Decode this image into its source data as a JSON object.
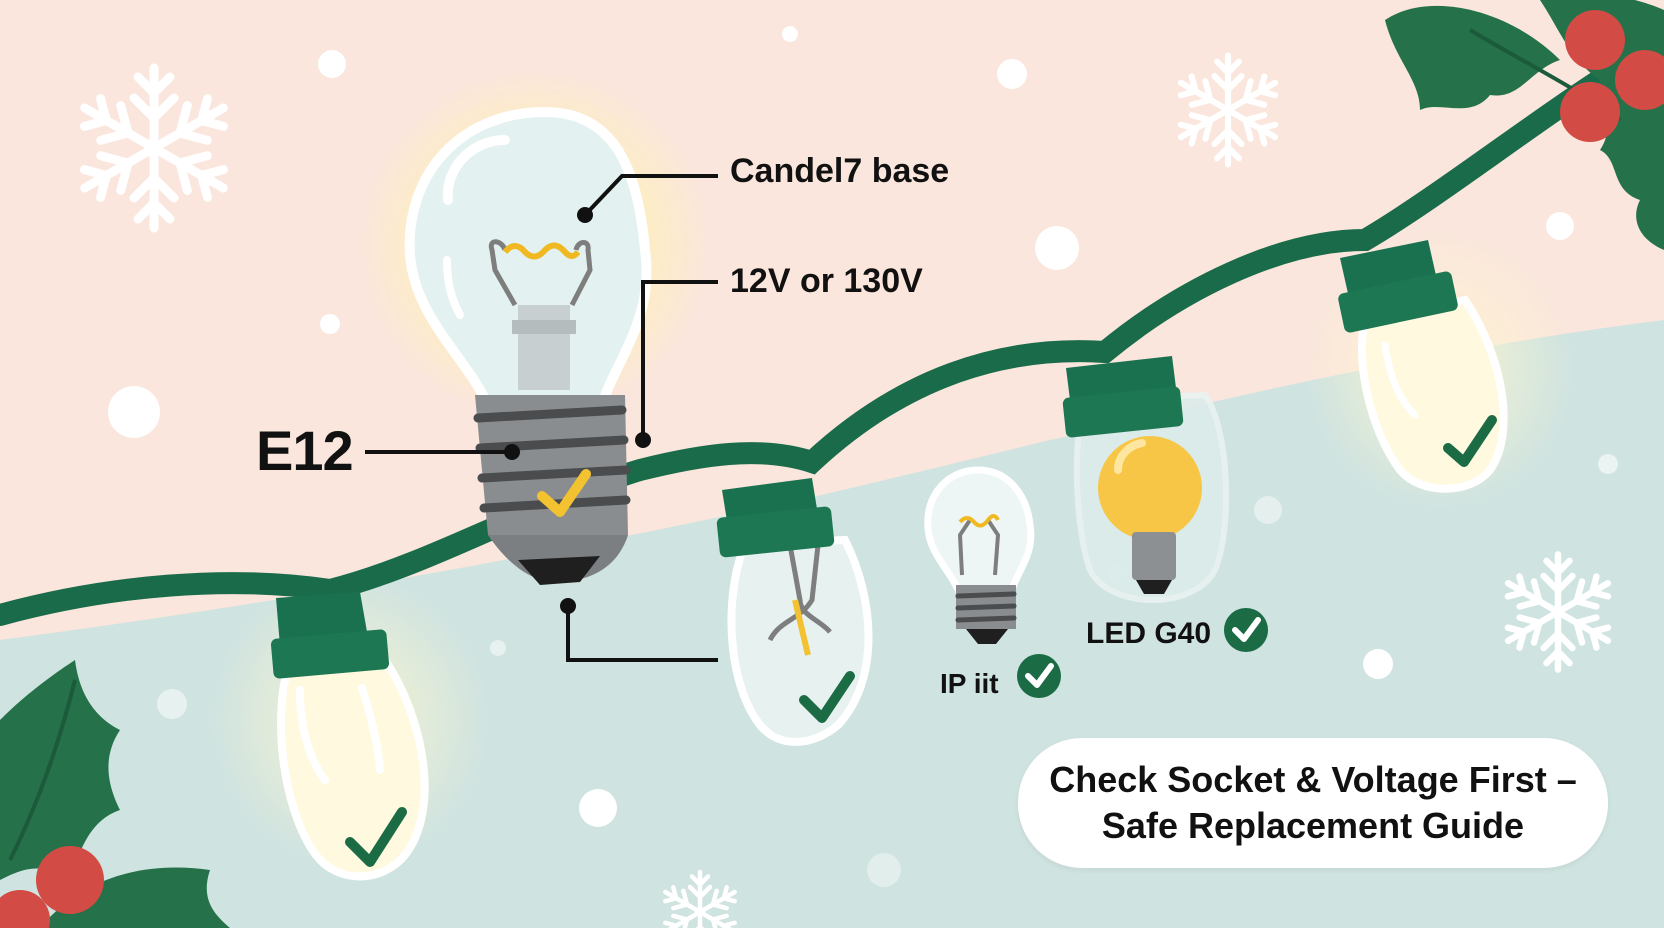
{
  "labels": {
    "candle_base": "Candel7 base",
    "voltage": "12V or 130V",
    "socket": "E12",
    "led_bulb": "LED G40",
    "ip_bulb": "IP iit"
  },
  "caption": {
    "line1": "Check Socket & Voltage First –",
    "line2": "Safe Replacement Guide"
  },
  "icons": [
    "snowflake-icon",
    "holly-icon",
    "light-bulb-icon",
    "led-bulb-icon",
    "mini-bulb-icon",
    "c9-bulb-icon",
    "check-icon",
    "string-light-wire"
  ],
  "colors": {
    "background_top": "#fae6dc",
    "background_bottom": "#cfe3e0",
    "wire": "#1a6b4a",
    "socket": "#1a7150",
    "check": "#1b6b45",
    "check_yellow": "#f2c230",
    "led_yellow": "#f7c646",
    "holly_berry": "#d24b44",
    "holly_leaf": "#24714a"
  }
}
